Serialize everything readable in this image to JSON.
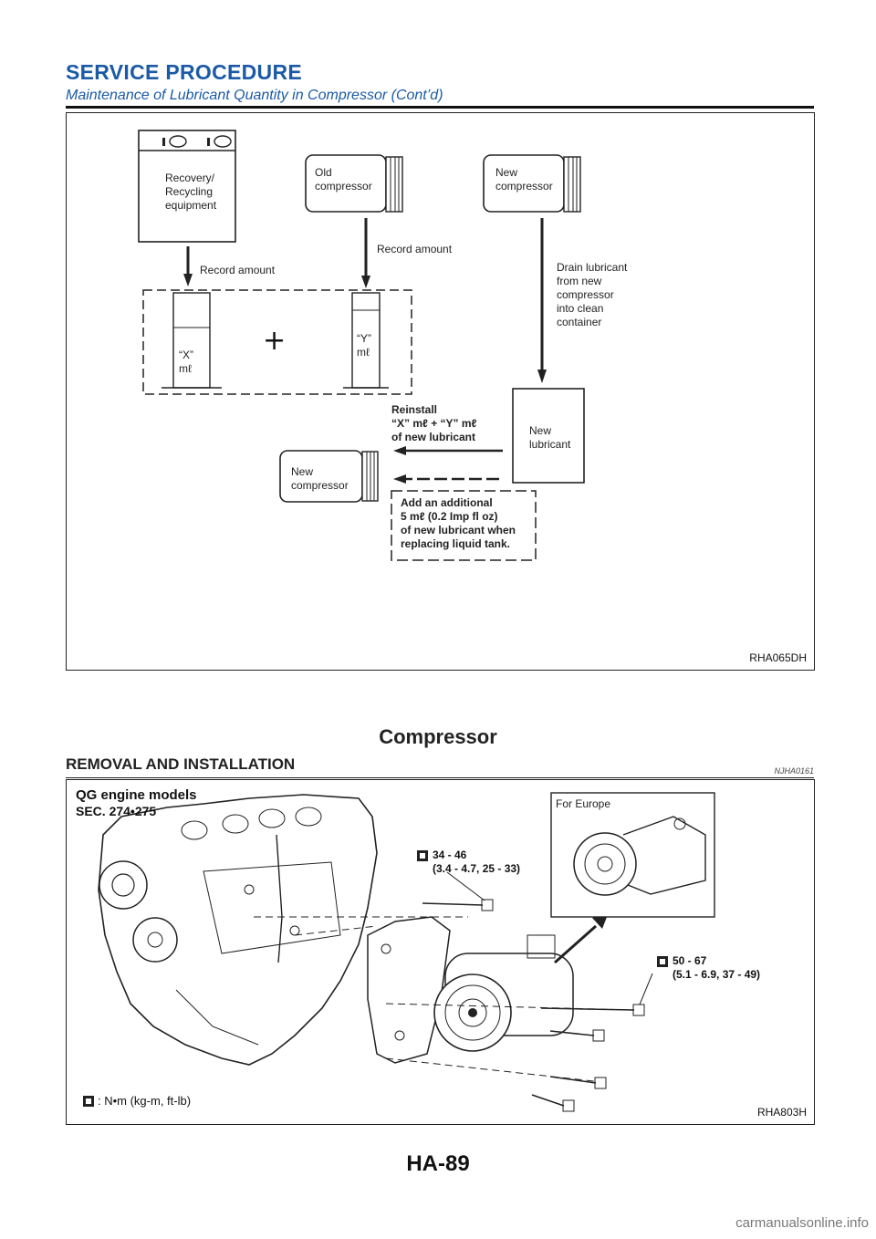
{
  "header": {
    "title": "SERVICE PROCEDURE",
    "subtitle": "Maintenance of Lubricant Quantity in Compressor (Cont’d)"
  },
  "diagram1": {
    "figure_id": "RHA065DH",
    "recovery_box": "Recovery/\nRecycling\nequipment",
    "old_compressor": "Old\ncompressor",
    "new_compressor_top": "New\ncompressor",
    "record_amount_1": "Record amount",
    "record_amount_2": "Record amount",
    "drain_text": "Drain lubricant\nfrom new\ncompressor\ninto clean\ncontainer",
    "x_label": "“X”\nmℓ",
    "y_label": "“Y”\nmℓ",
    "plus": "+",
    "reinstall_text": "Reinstall\n“X” mℓ + “Y” mℓ\nof new lubricant",
    "new_lubricant": "New\nlubricant",
    "new_compressor_bottom": "New\ncompressor",
    "additional_text": "Add an additional\n5 mℓ (0.2 Imp fl oz)\nof new lubricant when\nreplacing liquid tank."
  },
  "section": {
    "title": "Compressor",
    "subtitle": "REMOVAL AND INSTALLATION",
    "code": "NJHA0161"
  },
  "diagram2": {
    "figure_id": "RHA803H",
    "engine_models": "QG engine models",
    "sec": "SEC. 274•275",
    "for_europe": "For Europe",
    "torque_1": "34 - 46\n(3.4 - 4.7, 25 - 33)",
    "torque_2": "50 - 67\n(5.1 - 6.9, 37 - 49)",
    "legend": ": N•m (kg-m, ft-lb)"
  },
  "footer": {
    "page_number": "HA-89",
    "watermark": "carmanualsonline.info"
  }
}
